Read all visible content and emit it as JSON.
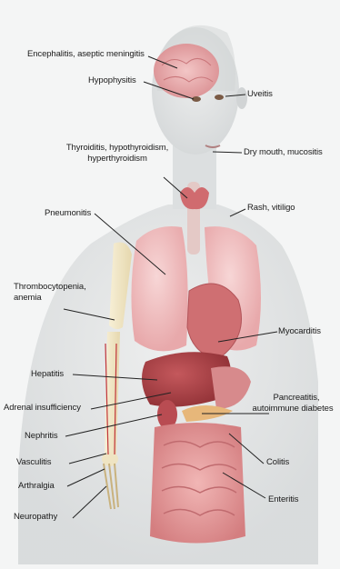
{
  "figure": {
    "labels": {
      "encephalitis": "Encephalitis, aseptic meningitis",
      "hypophysitis": "Hypophysitis",
      "uveitis": "Uveitis",
      "thyroiditis_1": "Thyroiditis, hypothyroidism,",
      "thyroiditis_2": "hyperthyroidism",
      "dry_mouth": "Dry mouth, mucositis",
      "rash": "Rash, vitiligo",
      "pneumonitis": "Pneumonitis",
      "thrombocytopenia_1": "Thrombocytopenia,",
      "thrombocytopenia_2": "anemia",
      "myocarditis": "Myocarditis",
      "hepatitis": "Hepatitis",
      "adrenal": "Adrenal insufficiency",
      "pancreatitis_1": "Pancreatitis,",
      "pancreatitis_2": "autoimmune diabetes",
      "nephritis": "Nephritis",
      "vasculitis": "Vasculitis",
      "colitis": "Colitis",
      "arthralgia": "Arthralgia",
      "enteritis": "Enteritis",
      "neuropathy": "Neuropathy"
    }
  }
}
